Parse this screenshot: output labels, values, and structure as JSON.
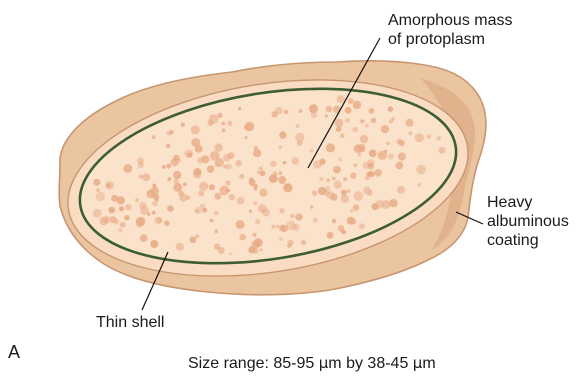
{
  "colors": {
    "coating_fill": "#ebc4a0",
    "coating_edge": "#c79670",
    "inner_fill": "#f9dcc2",
    "inner_edge": "#c79670",
    "shell_line": "#3d5d33",
    "granule": "#e8aa85",
    "leader_line": "#111111"
  },
  "labels": {
    "mass_line1": "Amorphous mass",
    "mass_line2": "of protoplasm",
    "coating_line1": "Heavy",
    "coating_line2": "albuminous",
    "coating_line3": "coating",
    "shell": "Thin shell",
    "panel": "A",
    "size_prefix": "Size range: 85-95 ",
    "size_unit1": "µ",
    "size_mid": "m by 38-45 ",
    "size_unit2": "µ",
    "size_suffix": "m"
  }
}
